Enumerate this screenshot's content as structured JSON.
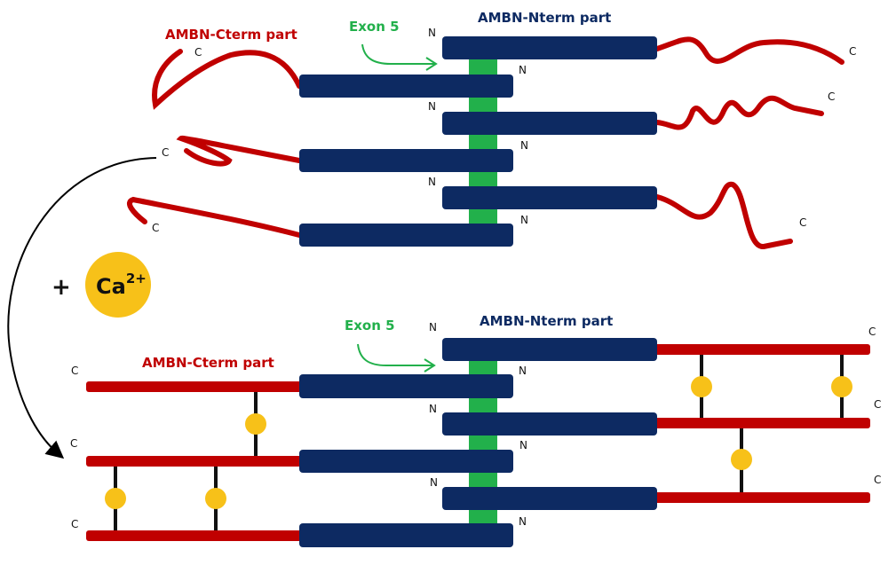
{
  "colors": {
    "nterm": "#0d2a62",
    "cterm": "#c00000",
    "exon5": "#22b04b",
    "calcium": "#f7c119",
    "arrow": "#000000"
  },
  "top": {
    "cterm_label": "AMBN-Cterm part",
    "exon_label": "Exon 5",
    "nterm_label": "AMBN-Nterm part"
  },
  "bottom": {
    "cterm_label": "AMBN-Cterm part",
    "exon_label": "Exon 5",
    "nterm_label": "AMBN-Nterm part"
  },
  "terminals": {
    "n": "N",
    "c": "C"
  },
  "plus": "+",
  "calcium": {
    "symbol": "Ca",
    "charge": "2+"
  }
}
